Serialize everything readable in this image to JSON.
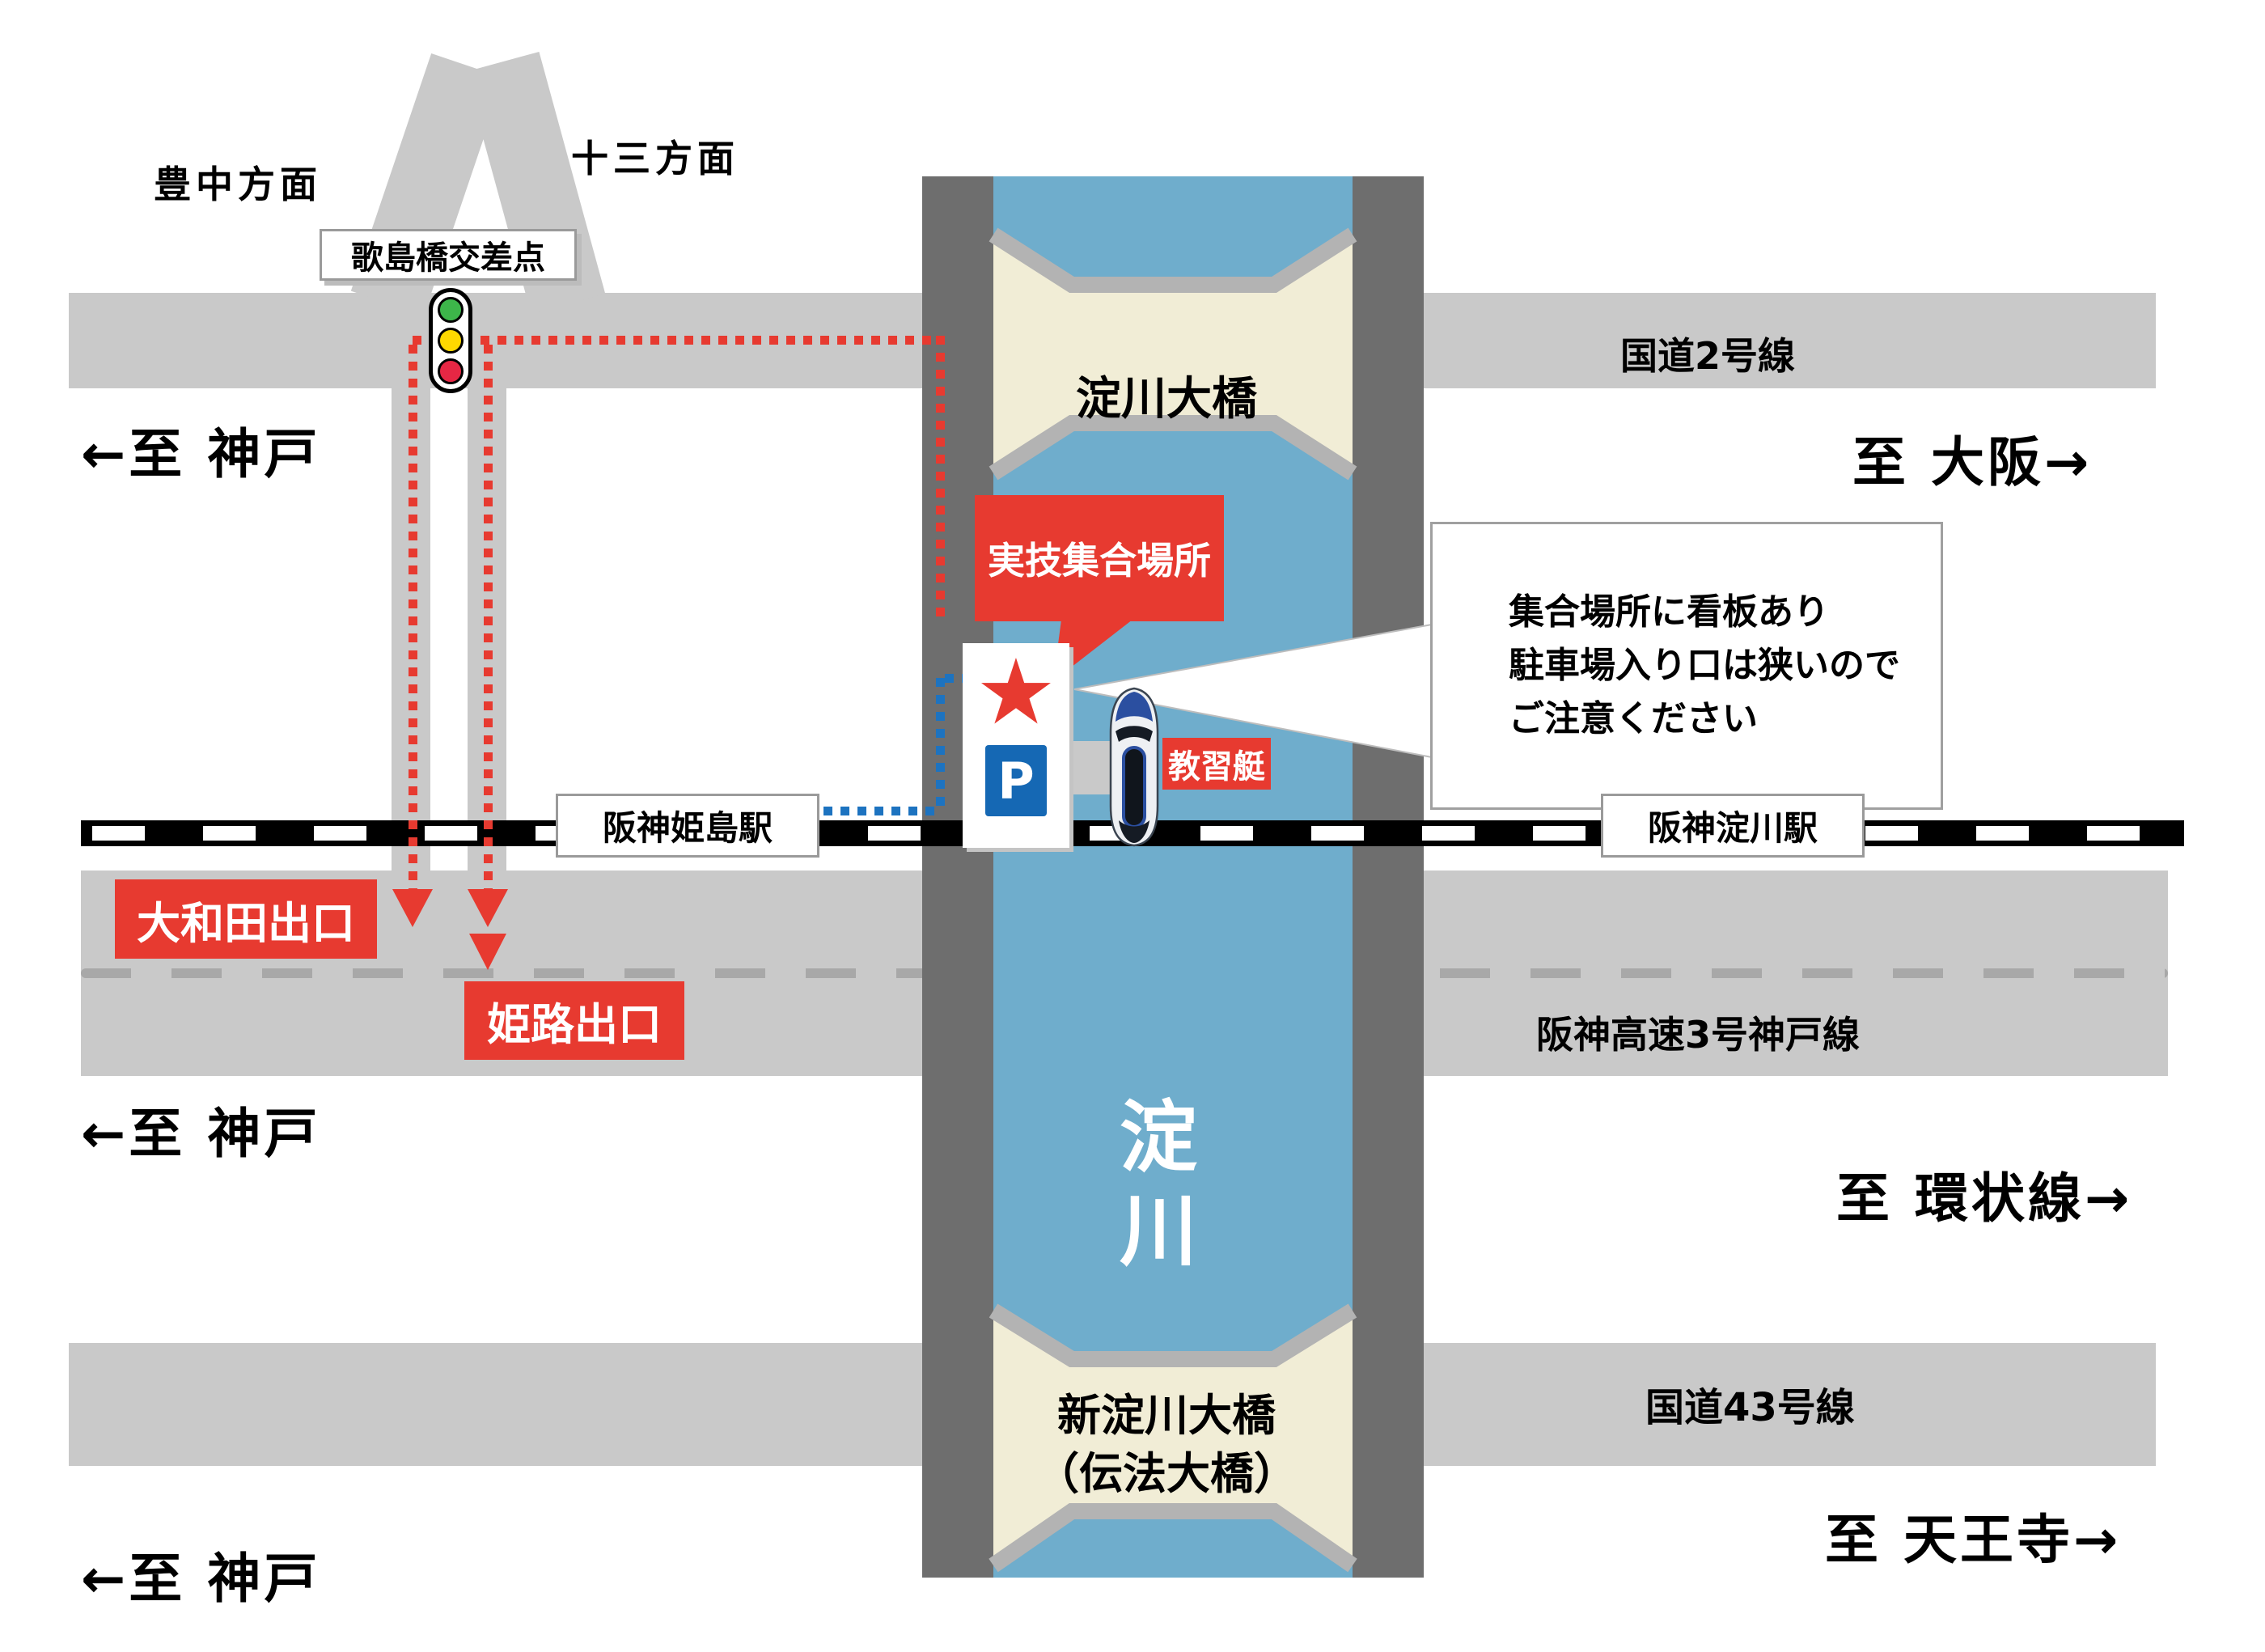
{
  "directions": {
    "toyonaka": "豊中方面",
    "juso": "十三方面",
    "kobe_top": "←至 神戸",
    "osaka": "至 大阪→",
    "kobe_mid": "←至 神戸",
    "kanjosen": "至 環状線→",
    "kobe_bottom": "←至 神戸",
    "tennoji": "至 天王寺→"
  },
  "roads": {
    "route2": "国道2号線",
    "route43": "国道43号線",
    "hanshin_expressway": "阪神高速3号神戸線"
  },
  "intersection": {
    "utajimabashi": "歌島橋交差点"
  },
  "bridges": {
    "yodogawa_ohashi": "淀川大橋",
    "shin_yodogawa_line1": "新淀川大橋",
    "shin_yodogawa_line2": "（伝法大橋）"
  },
  "river": {
    "name": "淀川",
    "char1": "淀",
    "char2": "川"
  },
  "railway": {
    "himejima_station": "阪神姫島駅",
    "yodogawa_station": "阪神淀川駅"
  },
  "exits": {
    "owada": "大和田出口",
    "himeji": "姫路出口"
  },
  "meeting": {
    "label": "実技集合場所",
    "boat": "教習艇",
    "parking": "P",
    "star": "★",
    "note_line1": "集合場所に看板あり",
    "note_line2": "駐車場入り口は狭いので",
    "note_line3": "ご注意ください"
  },
  "colors": {
    "accent_red": "#e73a30",
    "water_blue": "#6fadcc",
    "bank_gray": "#6e6e6e",
    "road_gray": "#c9c9c9",
    "bridge_cream": "#f1edd6",
    "parking_blue": "#1568b4",
    "route_blue": "#1d73c0"
  }
}
